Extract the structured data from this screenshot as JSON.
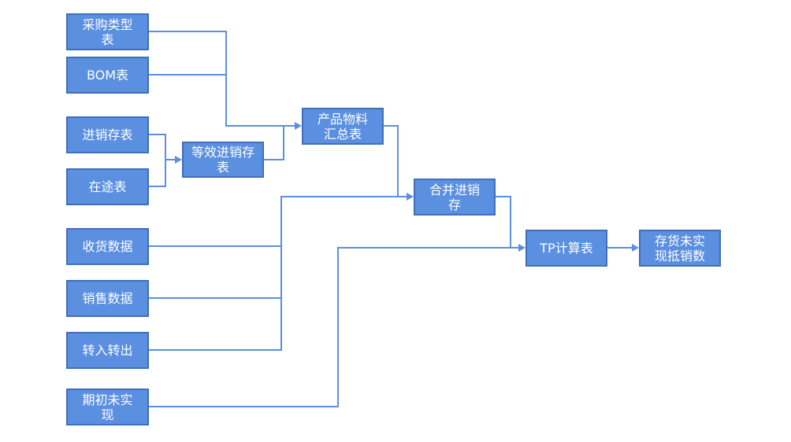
{
  "nodes": {
    "caigou": "采购类型表",
    "bom": "BOM表",
    "jxc": "进销存表",
    "zaitu": "在途表",
    "shouhuo": "收货数据",
    "xiaoshou": "销售数据",
    "zhuanru": "转入转出",
    "qichu": "期初未实现",
    "dengxiao": "等效进销存表",
    "chanpin": "产品物料汇总表",
    "hebing": "合并进销存",
    "tp": "TP计算表",
    "cunhuo": "存货未实现抵销数"
  },
  "colors": {
    "node_fill": "#5b8fe0",
    "node_border": "#3f6fb8",
    "line": "#5b8fe0",
    "text": "#ffffff"
  }
}
